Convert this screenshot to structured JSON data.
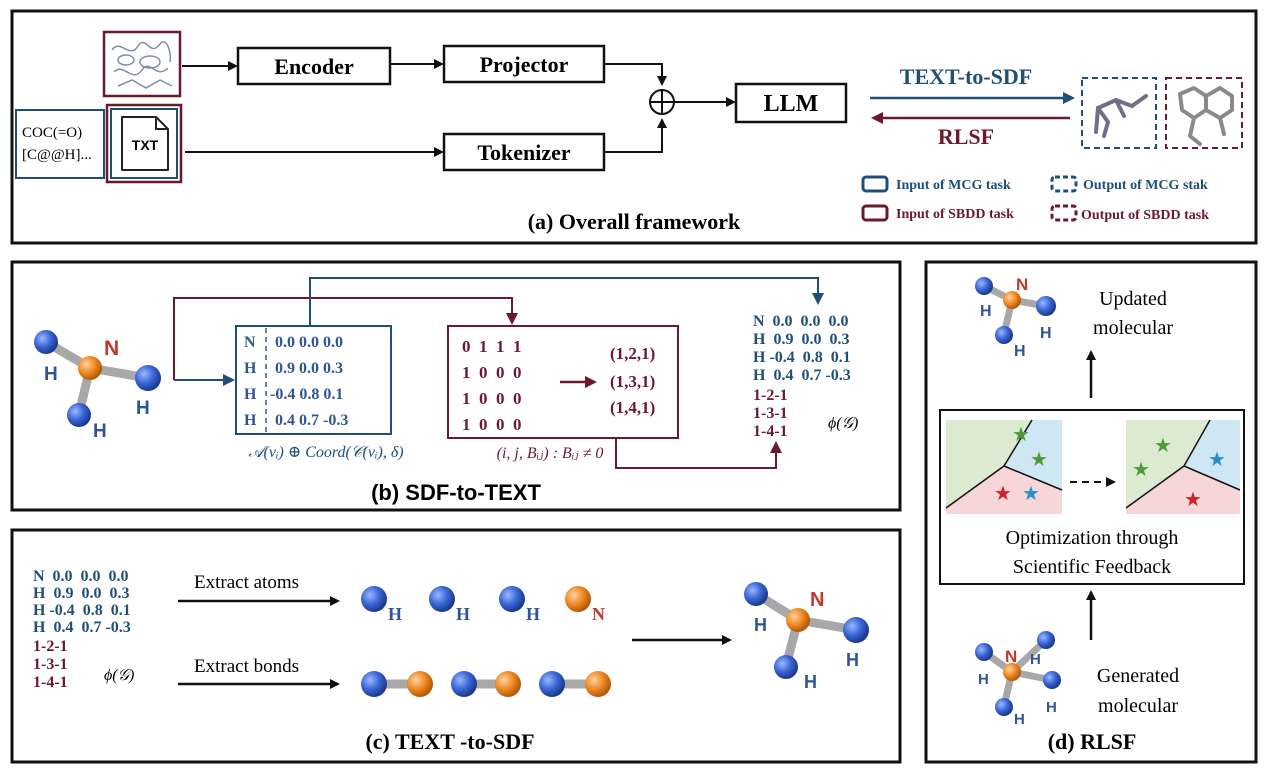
{
  "colors": {
    "blue": "#1f4e79",
    "maroon": "#6b1a2b",
    "atom_blue": "#3a66d6",
    "atom_orange": "#f08a24",
    "n_label": "#c0392b"
  },
  "panel_a": {
    "caption": "(a) Overall framework",
    "encoder": "Encoder",
    "projector": "Projector",
    "tokenizer": "Tokenizer",
    "llm": "LLM",
    "smiles": [
      "COC(=O)",
      "[C@@H]..."
    ],
    "txt_icon": "TXT",
    "text_to_sdf": "TEXT-to-SDF",
    "rlsf": "RLSF",
    "legend": {
      "mcg_input": "Input of MCG task",
      "mcg_output": "Output of MCG stak",
      "sbdd_input": "Input of SBDD task",
      "sbdd_output": "Output of SBDD task"
    }
  },
  "panel_b": {
    "caption": "(b) SDF-to-TEXT",
    "atoms": [
      {
        "el": "N",
        "xyz": "0.0 0.0 0.0"
      },
      {
        "el": "H",
        "xyz": "0.9 0.0 0.3"
      },
      {
        "el": "H",
        "xyz": "-0.4 0.8 0.1"
      },
      {
        "el": "H",
        "xyz": "0.4 0.7 -0.3"
      }
    ],
    "atom_formula": "𝒜(vᵢ) ⊕ Coord(𝒞(vᵢ), δ)",
    "adjacency": [
      "0  1  1  1",
      "1  0  0  0",
      "1  0  0  0",
      "1  0  0  0"
    ],
    "triples": [
      "(1,2,1)",
      "(1,3,1)",
      "(1,4,1)"
    ],
    "bond_formula": "(i, j, Bᵢⱼ) : Bᵢⱼ ≠ 0",
    "output_atoms": [
      "N  0.0  0.0  0.0",
      "H  0.9  0.0  0.3",
      "H -0.4  0.8  0.1",
      "H  0.4  0.7 -0.3"
    ],
    "output_bonds": [
      "1-2-1",
      "1-3-1",
      "1-4-1"
    ],
    "phi": "ϕ(𝒢)"
  },
  "panel_c": {
    "caption": "(c) TEXT -to-SDF",
    "atoms": [
      "N  0.0  0.0  0.0",
      "H  0.9  0.0  0.3",
      "H -0.4  0.8  0.1",
      "H  0.4  0.7 -0.3"
    ],
    "bonds": [
      "1-2-1",
      "1-3-1",
      "1-4-1"
    ],
    "phi": "ϕ(𝒢)",
    "extract_atoms": "Extract atoms",
    "extract_bonds": "Extract bonds"
  },
  "panel_d": {
    "caption": "(d) RLSF",
    "updated": [
      "Updated",
      "molecular"
    ],
    "optimization": [
      "Optimization through",
      "Scientific Feedback"
    ],
    "generated": [
      "Generated",
      "molecular"
    ]
  },
  "mol": {
    "n": "N",
    "h": "H"
  }
}
